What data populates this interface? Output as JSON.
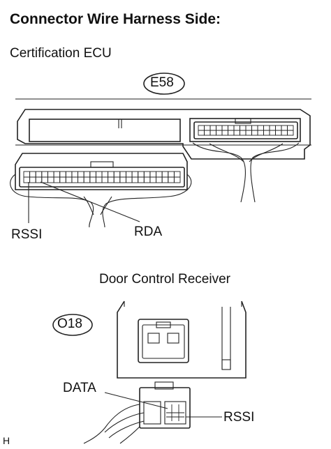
{
  "title": "Connector Wire Harness Side:",
  "ecu": {
    "name": "Certification ECU",
    "connector_code": "E58",
    "label_left": "RSSI",
    "label_right": "RDA"
  },
  "receiver": {
    "name": "Door Control Receiver",
    "connector_code": "O18",
    "label_data": "DATA",
    "label_rssi": "RSSI"
  },
  "footer_mark": "H"
}
